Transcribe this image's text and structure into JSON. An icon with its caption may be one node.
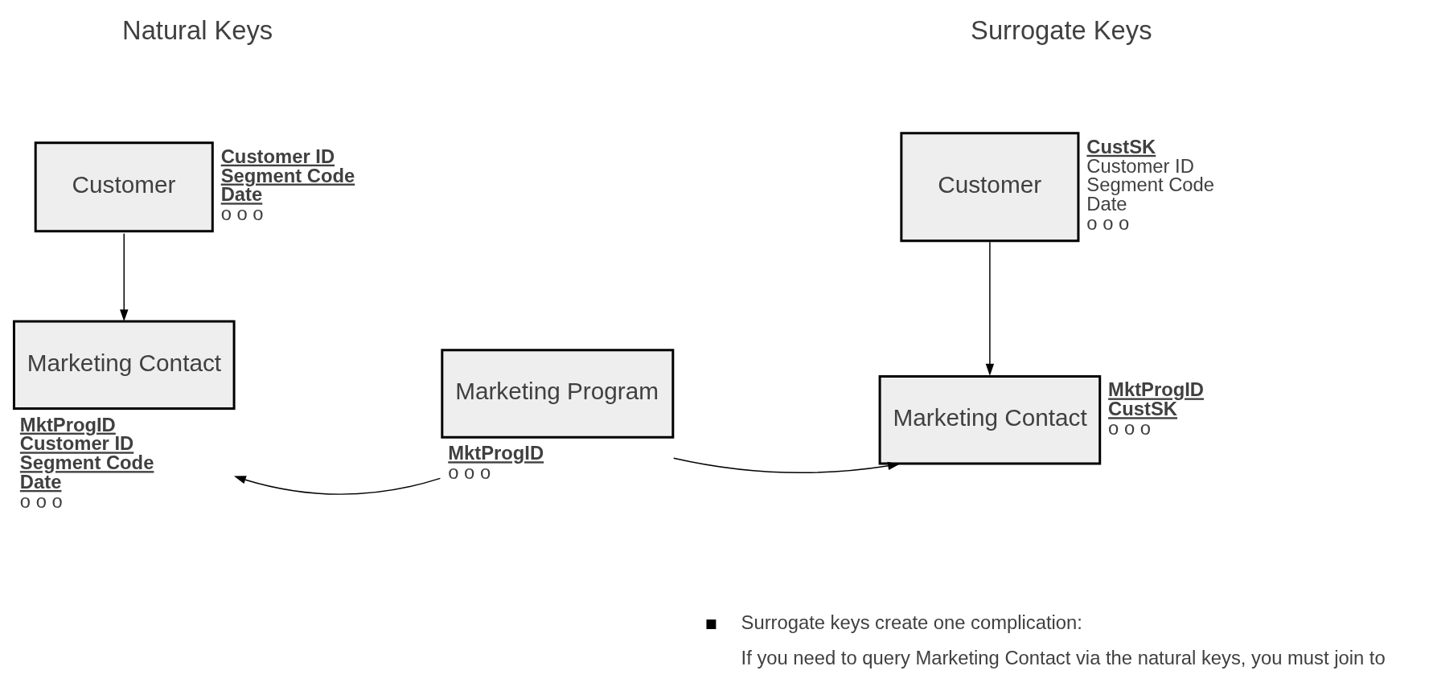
{
  "diagram": {
    "nodes": [
      {
        "text": [
          "Customer"
        ],
        "beside": [
          "**Customer ID**",
          "**Segment Code**",
          "**Date**",
          "o o o"
        ]
      },
      {
        "text": [
          "Marketing Contact"
        ],
        "beside": [
          "**MktProgID**",
          "**Customer ID**",
          "**Segment Code**",
          "**Date**",
          "o o o"
        ]
      },
      {
        "text": [
          "Marketing Program"
        ],
        "beside": [
          "**MktProgID**",
          "o o o"
        ]
      },
      {
        "text": [
          "Customer"
        ],
        "beside": [
          "**CustSK**",
          "Customer ID",
          "Segment Code",
          "Date",
          "o o o"
        ]
      },
      {
        "text": [
          "Marketing Contact"
        ],
        "beside": [
          "**MktProgID**",
          "**CustSK**",
          "o o o"
        ]
      }
    ],
    "edges": [
      {
        "from": 0,
        "to": 1,
        "arrow": "to"
      },
      {
        "from": 2,
        "to": 1,
        "arrow": "to"
      },
      {
        "from": 2,
        "to": 4,
        "arrow": "to"
      },
      {
        "from": 3,
        "to": 4,
        "arrow": "to"
      }
    ],
    "labels": [
      "Natural Keys",
      "Surrogate Keys",
      "Surrogate keys create one complication:",
      "If you need to query Marketing Contact via the natural keys, you must join to"
    ]
  }
}
